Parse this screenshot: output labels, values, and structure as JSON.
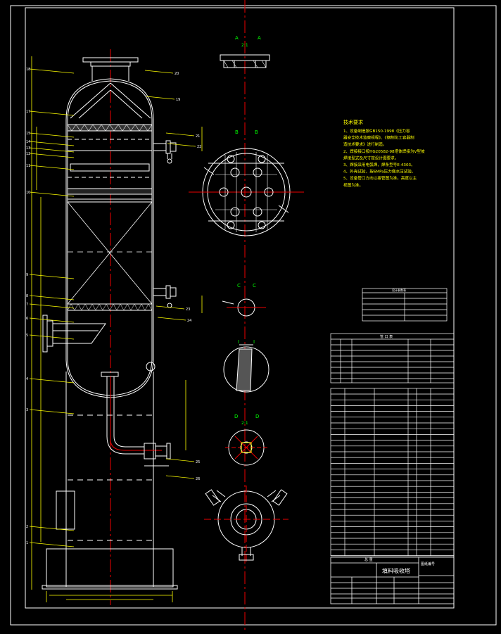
{
  "drawing": {
    "title": "填料吸收塔",
    "view_labels": {
      "aa": {
        "left": "A",
        "right": "A",
        "scale": "2:1"
      },
      "bb": {
        "left": "B",
        "right": "B"
      },
      "cc": {
        "left": "C",
        "right": "C"
      },
      "ii": {
        "left": "I",
        "right": "I"
      },
      "dd": {
        "left": "D",
        "right": "D",
        "scale": "2:1"
      }
    },
    "tech_requirements": {
      "heading": "技术要求",
      "lines": [
        "1、设备制造按GB150-1998《压力容",
        "器安全技术监察规程》、《钢制化工容器制",
        "造技术要求》进行制造。",
        "2、焊接接口按HG20582-98塔体焊接为V型坡",
        "焊接型式及尺寸按设计图要求。",
        "3、焊接采用电弧焊，焊条型号E-4303。",
        "4、外壳试验，按6MPa压力做水压试验。",
        "5、设备管口方向以接管图为准。高度以主",
        "视图为准。"
      ]
    },
    "callouts_left": [
      "18",
      "17",
      "15",
      "14",
      "13",
      "12",
      "11",
      "10",
      "9",
      "8",
      "7",
      "6",
      "5",
      "4",
      "3",
      "2",
      "1"
    ],
    "callouts_right": [
      "20",
      "19",
      "21",
      "22",
      "23",
      "24",
      "25",
      "26"
    ],
    "design_table": {
      "title": "设计参数表"
    },
    "nozzle_table": {
      "title": "管  口  表"
    },
    "parts_table": {
      "footer": "总  重"
    },
    "title_block": {
      "right_top": "图纸编号"
    }
  }
}
